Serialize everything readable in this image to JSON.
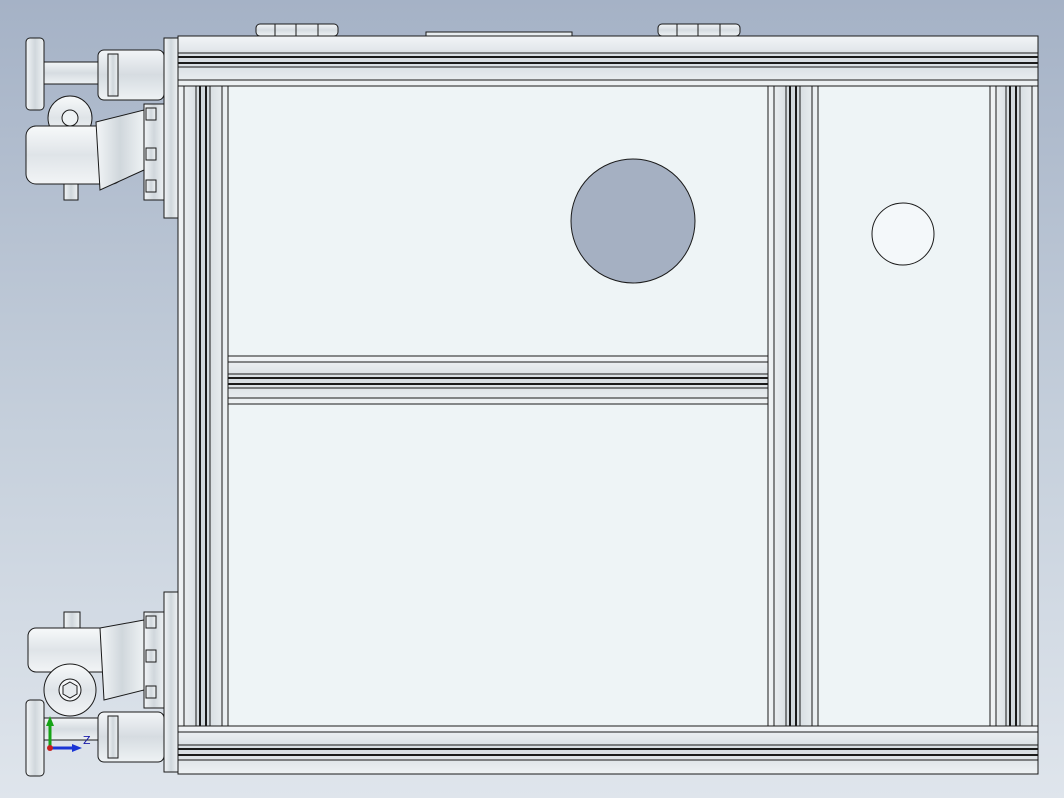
{
  "window": {
    "title": ""
  },
  "triad": {
    "axis_label": "Z",
    "x_color": "#1a35d6",
    "y_color": "#16a316",
    "origin_color": "#c81e1e"
  },
  "colors": {
    "background_top": "#a5b2c6",
    "background_bottom": "#dfe5ec",
    "panel_fill": "#eef4f6",
    "frame_fill": "#dde3e8",
    "line_color": "#1a1a1a",
    "hole_fill": "#a5b0c2"
  },
  "model": {
    "view": "top",
    "parts": [
      "aluminum-frame",
      "panel-left-upper",
      "panel-left-lower",
      "panel-right",
      "caster-top-left",
      "caster-bottom-left",
      "hinge-left",
      "hinge-right"
    ]
  }
}
